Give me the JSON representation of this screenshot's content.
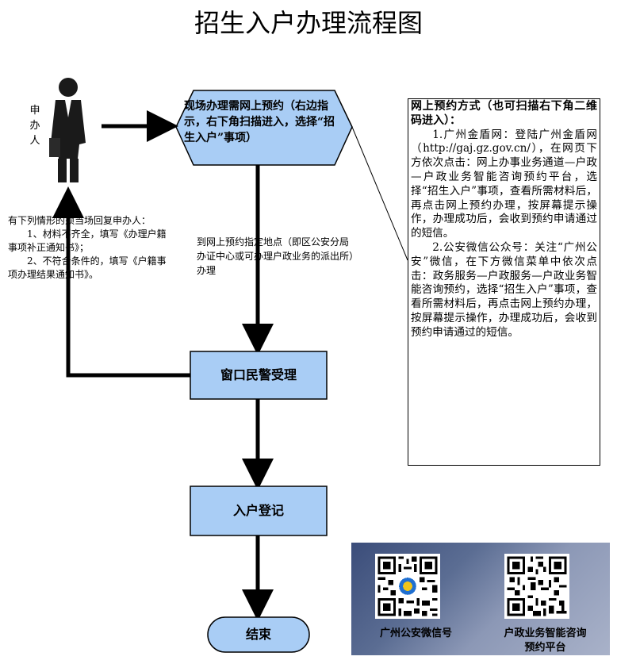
{
  "title": "招生入户办理流程图",
  "applicant_label": [
    "申",
    "办",
    "人"
  ],
  "hexagon_text": "现场办理需网上预约（右边指示，右下角扫描进入，选择“招生入户”事项）",
  "left_note": {
    "heading": "有下列情形的须当场回复申办人：",
    "item1": "1、材料不齐全，填写《办理户籍事项补正通知书》；",
    "item2": "2、不符合条件的，填写《户籍事项办理结果通知书》。"
  },
  "middle_note": "到网上预约指定地点（即区公安分局办证中心或可办理户政业务的派出所）办理",
  "window_box": "窗口民警受理",
  "register_box": "入户登记",
  "end_box": "结束",
  "right_box": {
    "heading": "网上预约方式（也可扫描右下角二维码进入）：",
    "item1": "1.广州金盾网：登陆广州金盾网（http://gaj.gz.gov.cn/），在网页下方依次点击：网上办事业务通道—户政—户政业务智能咨询预约平台，选择“招生入户”事项，查看所需材料后，再点击网上预约办理，按屏幕提示操作，办理成功后，会收到预约申请通过的短信。",
    "item2": "2.公安微信公众号：关注“广州公安”微信，在下方微信菜单中依次点击：政务服务—户政服务—户政业务智能咨询预约，选择“招生入户”事项，查看所需材料后，再点击网上预约办理，按屏幕提示操作，办理成功后，会收到预约申请通过的短信。"
  },
  "qr": {
    "left_label": "广州公安微信号",
    "right_label_line1": "户政业务智能咨询",
    "right_label_line2": "预约平台"
  },
  "colors": {
    "box_fill": "#a9cdf5",
    "line": "#000000"
  }
}
